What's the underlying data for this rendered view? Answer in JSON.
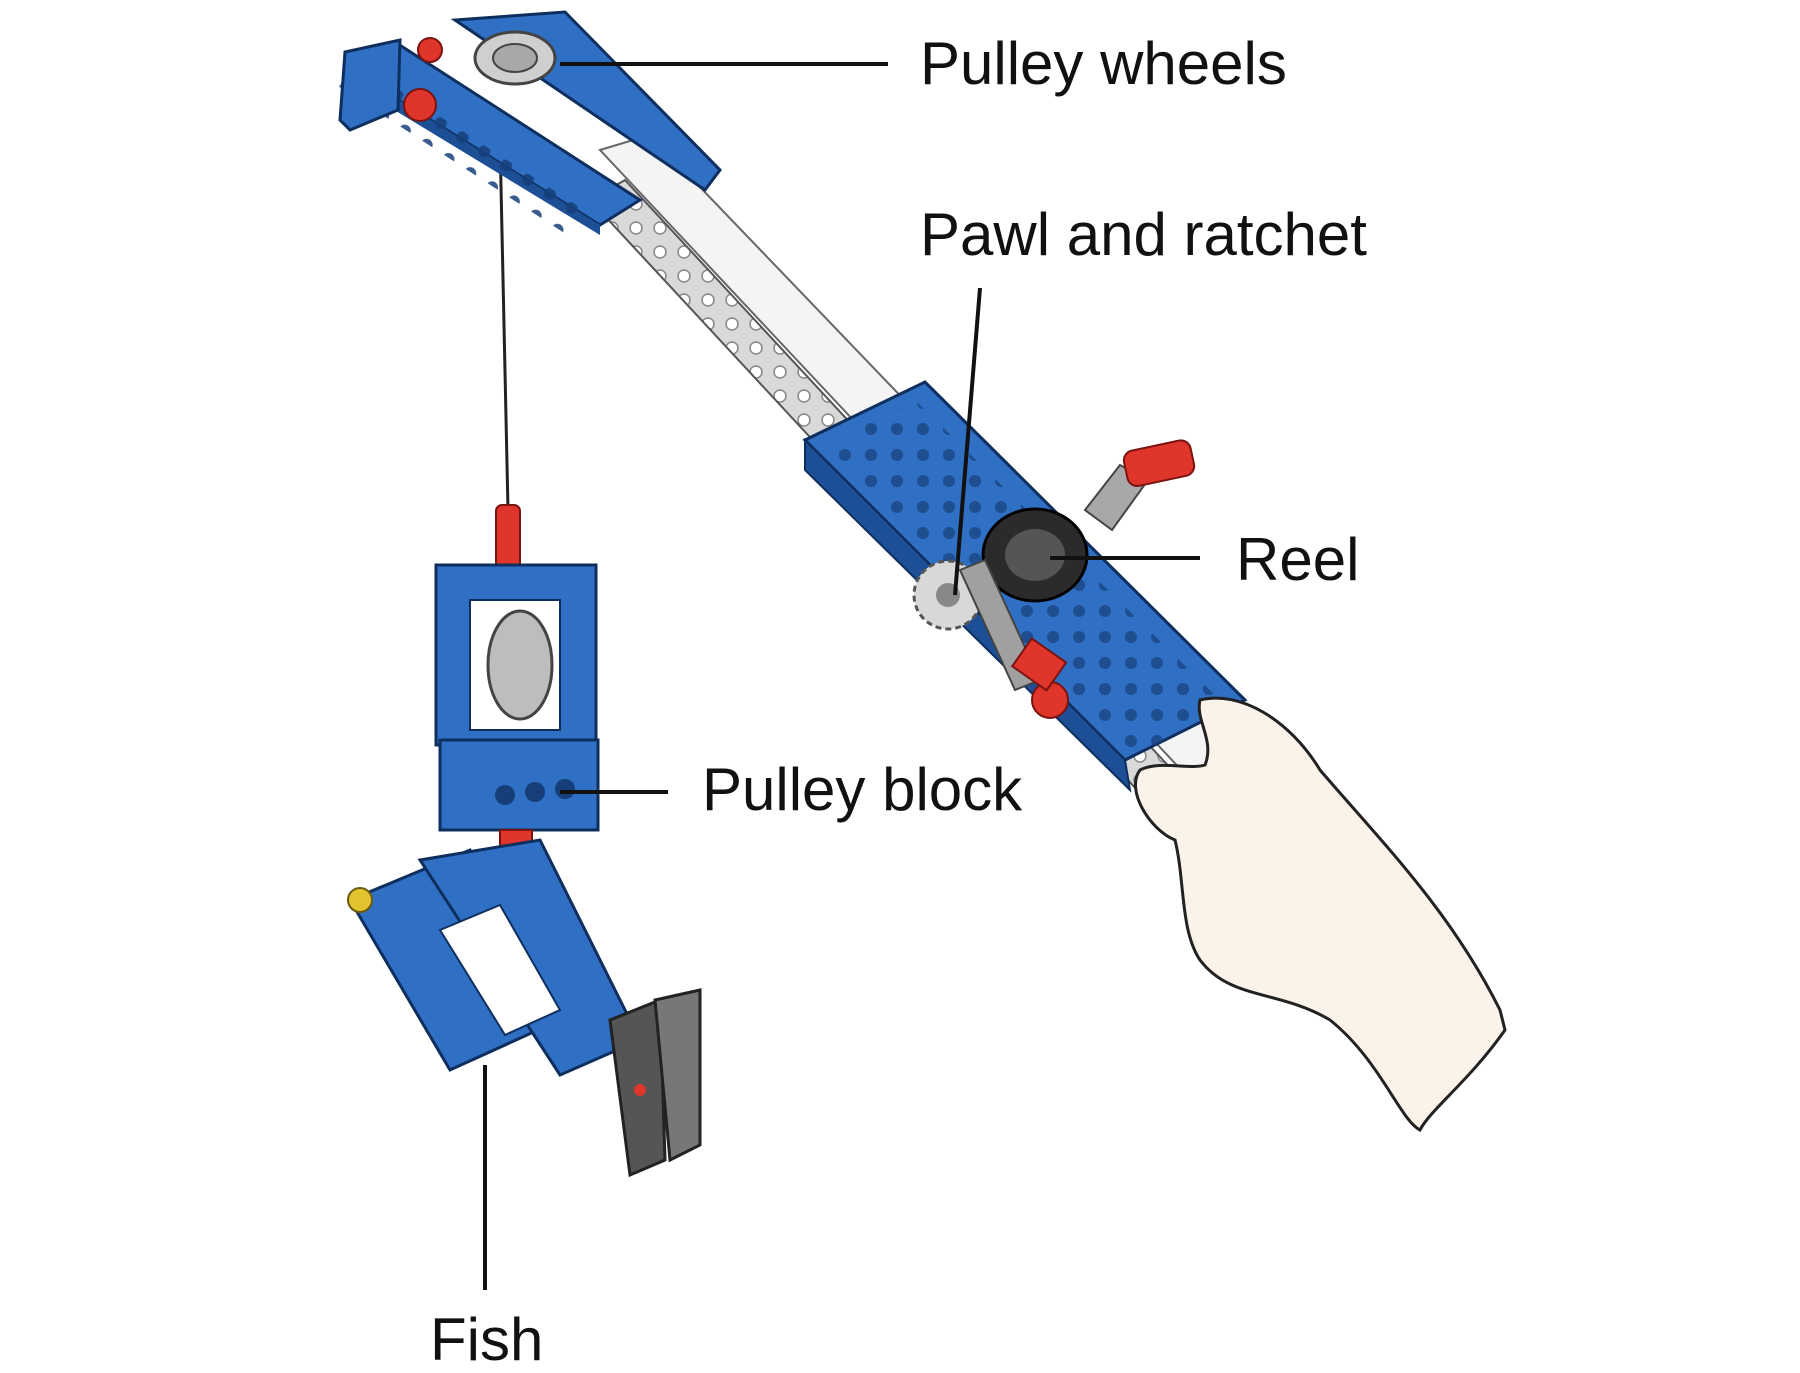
{
  "labels": {
    "pulley_wheels": "Pulley wheels",
    "pawl_and_ratchet": "Pawl and ratchet",
    "reel": "Reel",
    "pulley_block": "Pulley block",
    "fish": "Fish"
  },
  "colors": {
    "beam_blue": "#2f6fc4",
    "beam_dark": "#1d4f96",
    "pin_red": "#e0352b",
    "gray_part": "#9a9a9a",
    "hand": "#fbf3ea",
    "leader_line": "#111111"
  }
}
